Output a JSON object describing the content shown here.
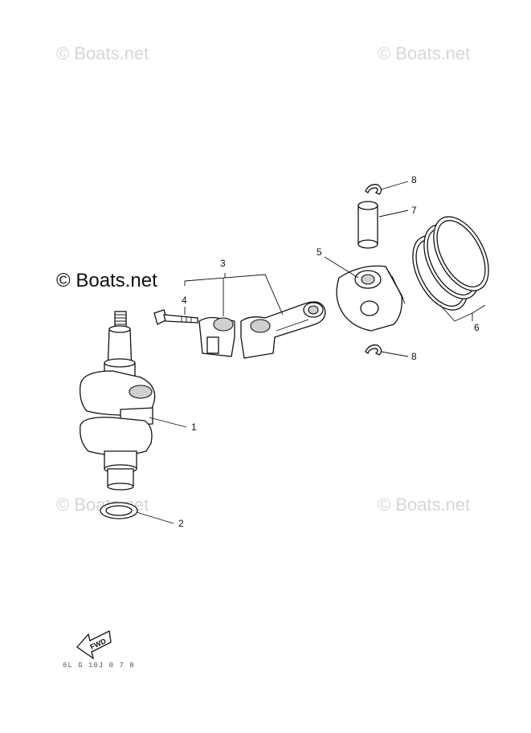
{
  "watermarks": {
    "top_left": "© Boats.net",
    "top_right": "© Boats.net",
    "center": "© Boats.net",
    "bottom_left": "© Boats.net",
    "bottom_right": "© Boats.net"
  },
  "callouts": {
    "crankshaft": "1",
    "washer": "2",
    "connecting_rod": "3",
    "rod_bolt": "4",
    "piston": "5",
    "piston_rings": "6",
    "piston_pin": "7",
    "clip_top": "8",
    "clip_bottom": "8"
  },
  "fwd_label": "FWD",
  "drawing_code": "6L G 10J 0 7 8"
}
